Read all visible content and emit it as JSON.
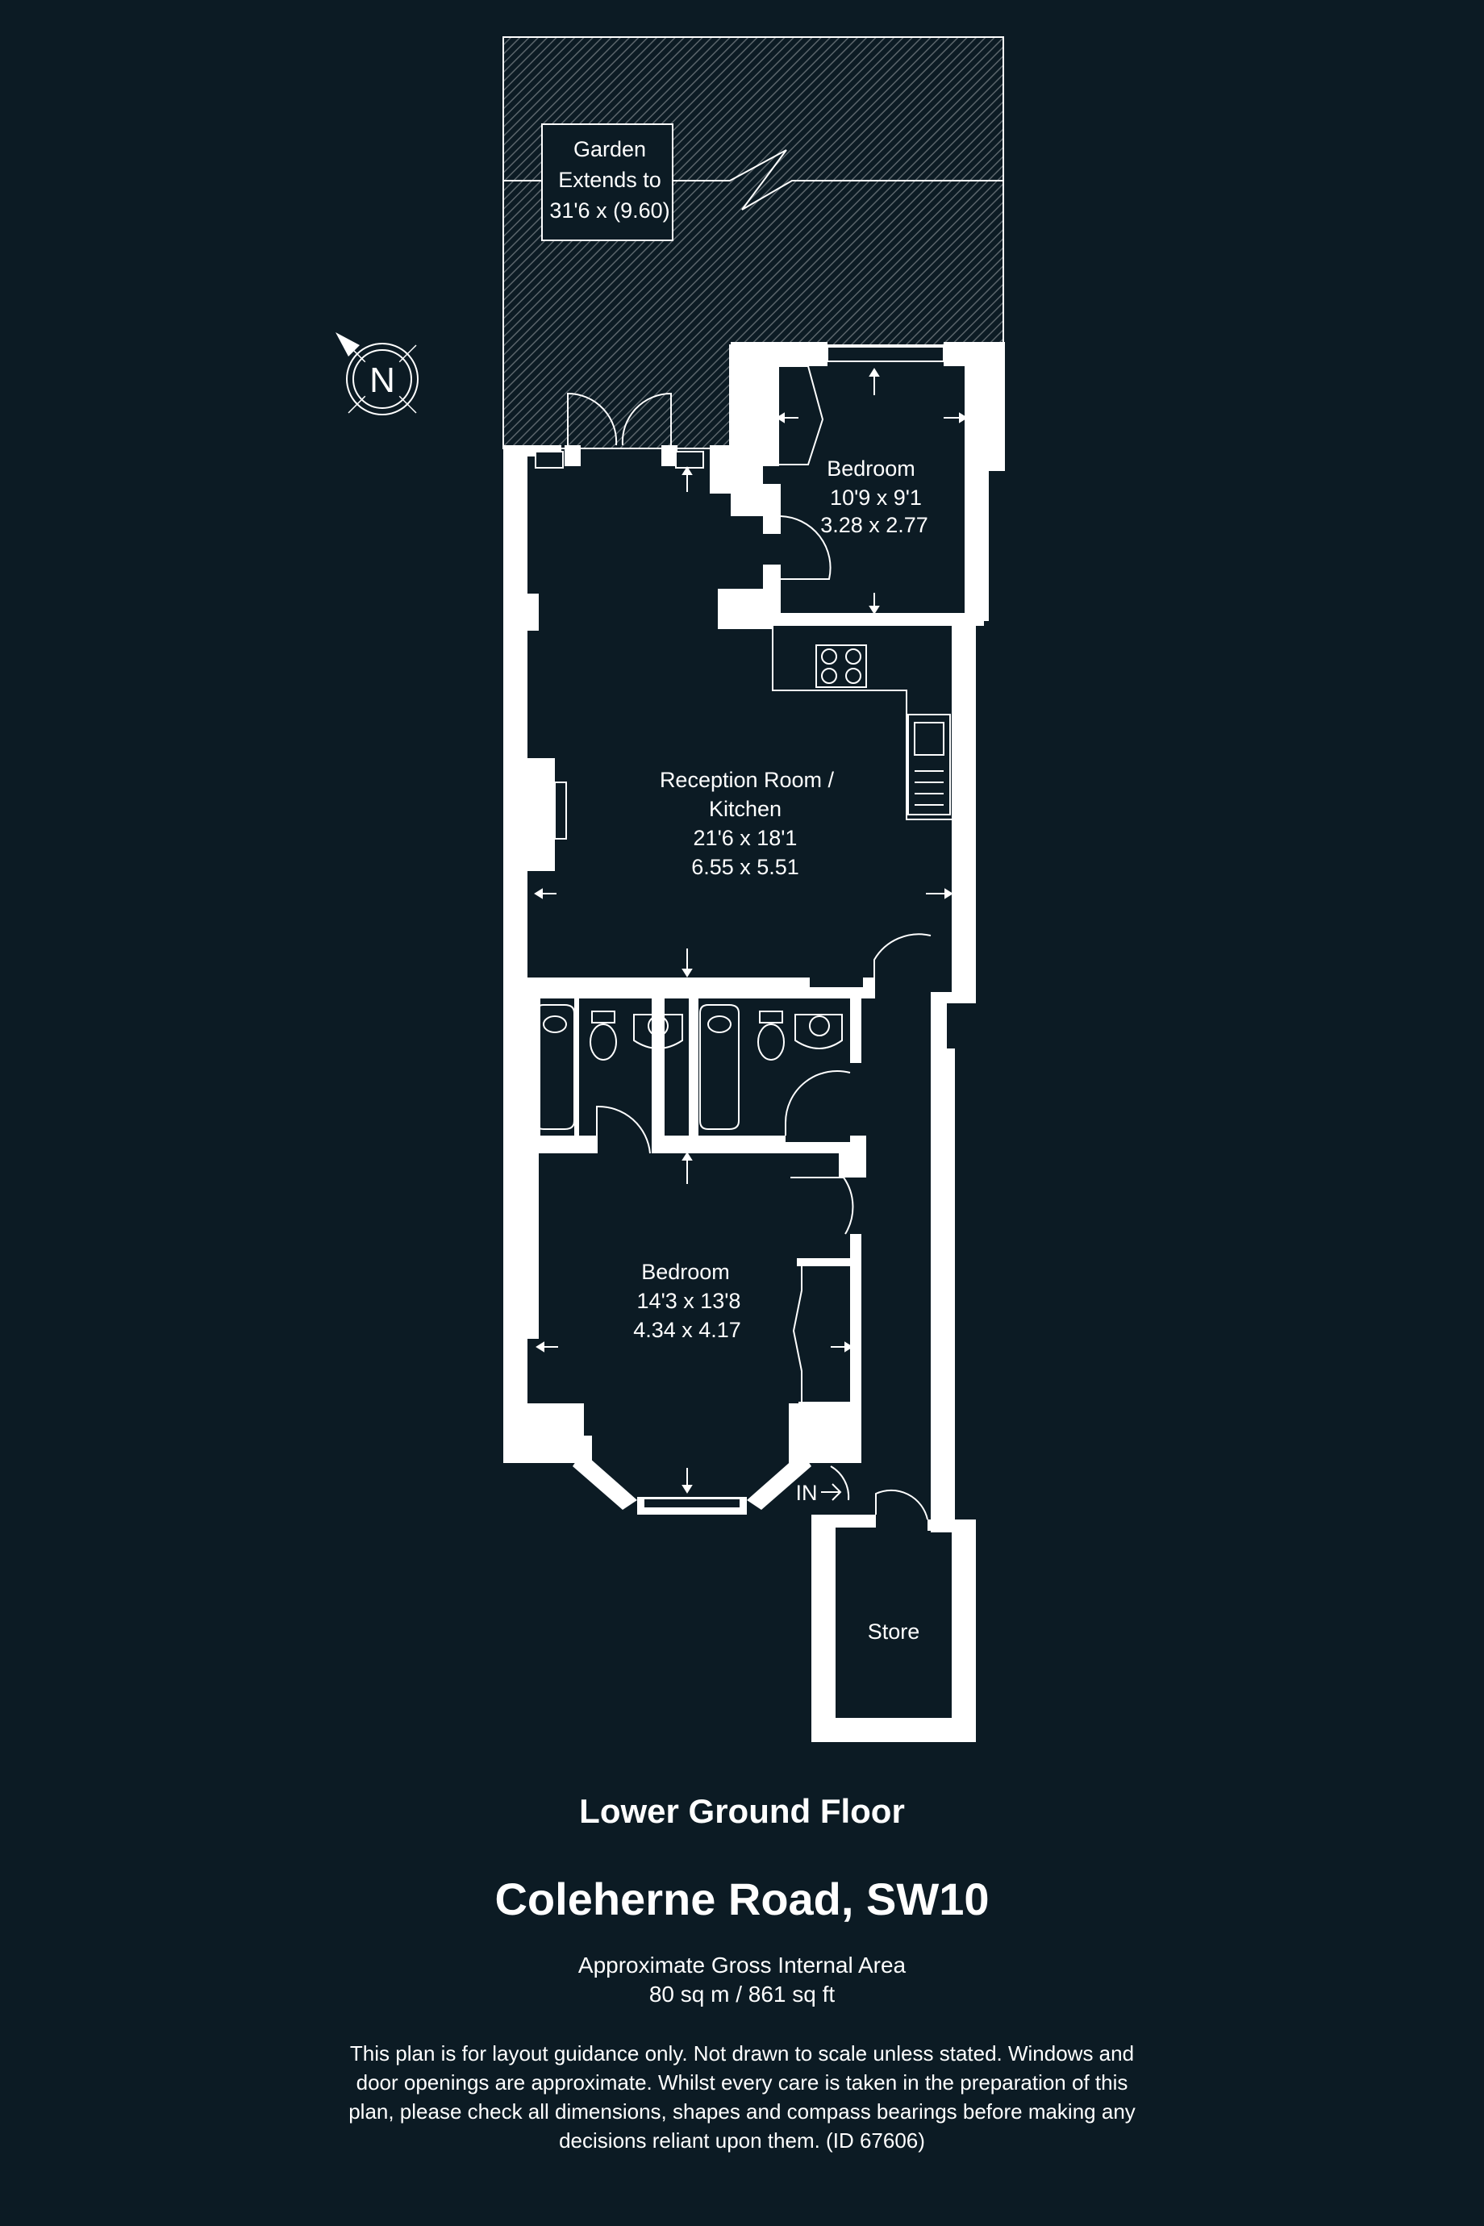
{
  "colors": {
    "background": "#0c1b24",
    "walls": "#ffffff",
    "text": "#ffffff",
    "garden_hatch": "#5b656b"
  },
  "rooms": {
    "garden": {
      "line1": "Garden",
      "line2": "Extends to",
      "line3": "31'6 x (9.60)"
    },
    "bedroom_top": {
      "name": "Bedroom",
      "imperial": "10'9 x 9'1",
      "metric": "3.28 x 2.77"
    },
    "reception": {
      "name_line1": "Reception Room /",
      "name_line2": "Kitchen",
      "imperial": "21'6 x 18'1",
      "metric": "6.55 x 5.51"
    },
    "bedroom_bottom": {
      "name": "Bedroom",
      "imperial": "14'3 x 13'8",
      "metric": "4.34 x 4.17"
    },
    "store": {
      "name": "Store"
    },
    "entrance": {
      "label": "IN"
    }
  },
  "compass": {
    "letter": "N",
    "icon": "compass-north-icon"
  },
  "footer": {
    "floor_name": "Lower Ground Floor",
    "address": "Coleherne Road, SW10",
    "area_label": "Approximate Gross Internal Area",
    "area_value": "80 sq m / 861 sq ft",
    "disclaimer": "This plan is for layout guidance only. Not drawn to scale unless stated. Windows and door openings are approximate. Whilst every care is taken in the preparation of this plan, please check all dimensions, shapes and compass bearings before making any decisions reliant upon them. (ID 67606)"
  }
}
